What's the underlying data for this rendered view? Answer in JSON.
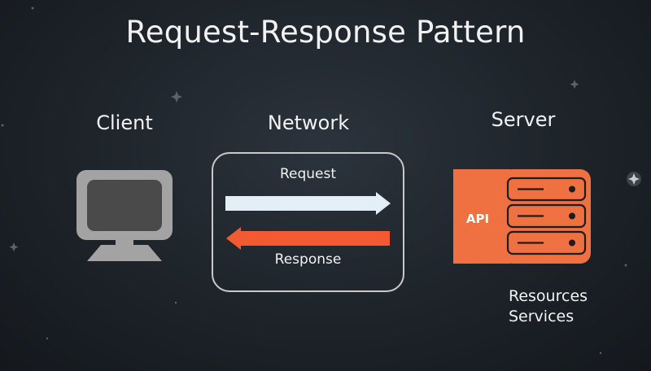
{
  "title": "Request-Response Pattern",
  "columns": {
    "client": "Client",
    "network": "Network",
    "server": "Server"
  },
  "arrows": {
    "request": "Request",
    "response": "Response"
  },
  "server": {
    "api_label": "API",
    "resources": [
      "Resources",
      "Services"
    ]
  },
  "colors": {
    "background": "#1d2329",
    "accent_orange": "#ef7141",
    "response_arrow": "#f25a32",
    "request_arrow": "#e4eef6",
    "monitor_frame": "#a3a3a3",
    "monitor_screen": "#4a4a4a",
    "network_border": "#c9c9c9"
  },
  "icons": {
    "client": "monitor-icon",
    "server": "server-rack-icon"
  }
}
